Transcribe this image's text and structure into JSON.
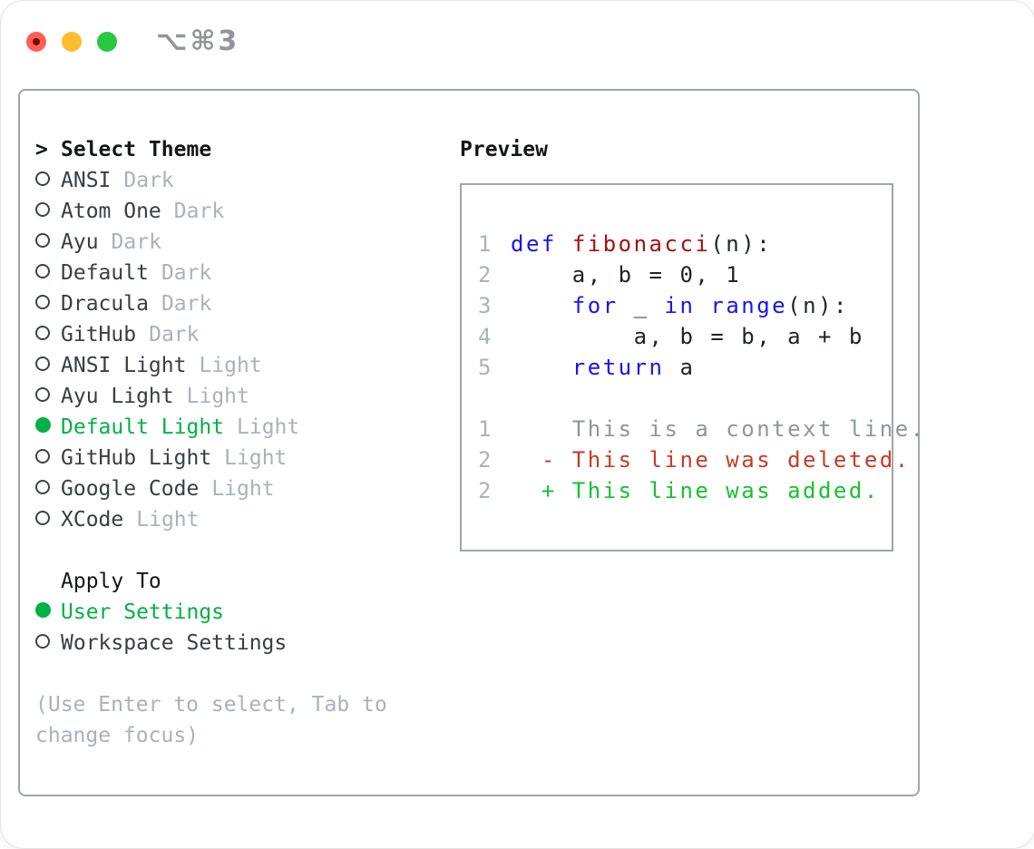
{
  "titlebar": {
    "title": "⌥⌘3",
    "buttons": [
      {
        "name": "close-button"
      },
      {
        "name": "minimize-button"
      },
      {
        "name": "maximize-button"
      }
    ]
  },
  "theme_panel": {
    "heading_prefix": ">",
    "heading": "Select Theme",
    "themes": [
      {
        "name": "ANSI",
        "variant": "Dark",
        "selected": false
      },
      {
        "name": "Atom One",
        "variant": "Dark",
        "selected": false
      },
      {
        "name": "Ayu",
        "variant": "Dark",
        "selected": false
      },
      {
        "name": "Default",
        "variant": "Dark",
        "selected": false
      },
      {
        "name": "Dracula",
        "variant": "Dark",
        "selected": false
      },
      {
        "name": "GitHub",
        "variant": "Dark",
        "selected": false
      },
      {
        "name": "ANSI Light",
        "variant": "Light",
        "selected": false
      },
      {
        "name": "Ayu Light",
        "variant": "Light",
        "selected": false
      },
      {
        "name": "Default Light",
        "variant": "Light",
        "selected": true
      },
      {
        "name": "GitHub Light",
        "variant": "Light",
        "selected": false
      },
      {
        "name": "Google Code",
        "variant": "Light",
        "selected": false
      },
      {
        "name": "XCode",
        "variant": "Light",
        "selected": false
      }
    ],
    "apply_to": {
      "heading": "Apply To",
      "options": [
        {
          "label": "User Settings",
          "selected": true
        },
        {
          "label": "Workspace Settings",
          "selected": false
        }
      ]
    },
    "hint": "(Use Enter to select, Tab to change focus)"
  },
  "preview": {
    "heading": "Preview",
    "code_lines": [
      {
        "num": "1",
        "tokens": [
          {
            "text": "def",
            "style": "keyword"
          },
          {
            "text": " ",
            "style": "plain"
          },
          {
            "text": "fibonacci",
            "style": "function"
          },
          {
            "text": "(n):",
            "style": "plain"
          }
        ]
      },
      {
        "num": "2",
        "tokens": [
          {
            "text": "    a, b = 0, 1",
            "style": "plain"
          }
        ]
      },
      {
        "num": "3",
        "tokens": [
          {
            "text": "    ",
            "style": "plain"
          },
          {
            "text": "for",
            "style": "keyword"
          },
          {
            "text": " _ ",
            "style": "plain"
          },
          {
            "text": "in",
            "style": "keyword"
          },
          {
            "text": " ",
            "style": "plain"
          },
          {
            "text": "range",
            "style": "keyword"
          },
          {
            "text": "(n):",
            "style": "plain"
          }
        ]
      },
      {
        "num": "4",
        "tokens": [
          {
            "text": "        a, b = b, a + b",
            "style": "plain"
          }
        ]
      },
      {
        "num": "5",
        "tokens": [
          {
            "text": "    ",
            "style": "plain"
          },
          {
            "text": "return",
            "style": "keyword"
          },
          {
            "text": " a",
            "style": "plain"
          }
        ]
      }
    ],
    "diff_lines": [
      {
        "num": "1",
        "marker": " ",
        "text": "This is a context line.",
        "type": "context"
      },
      {
        "num": "2",
        "marker": "-",
        "text": "This line was deleted.",
        "type": "deleted"
      },
      {
        "num": "2",
        "marker": "+",
        "text": "This line was added.",
        "type": "added"
      }
    ]
  },
  "colors": {
    "accent_green": "#00b143",
    "keyword_blue": "#1616ee",
    "function_red": "#a31111",
    "deleted_red": "#c63c28",
    "added_green": "#17c22e",
    "muted_gray": "#a9b2bc",
    "dark_text": "#373e45",
    "border_gray": "#9ca5b0",
    "traffic_red": "#ff5f57",
    "traffic_yellow": "#febc2e",
    "traffic_green": "#28c840"
  }
}
